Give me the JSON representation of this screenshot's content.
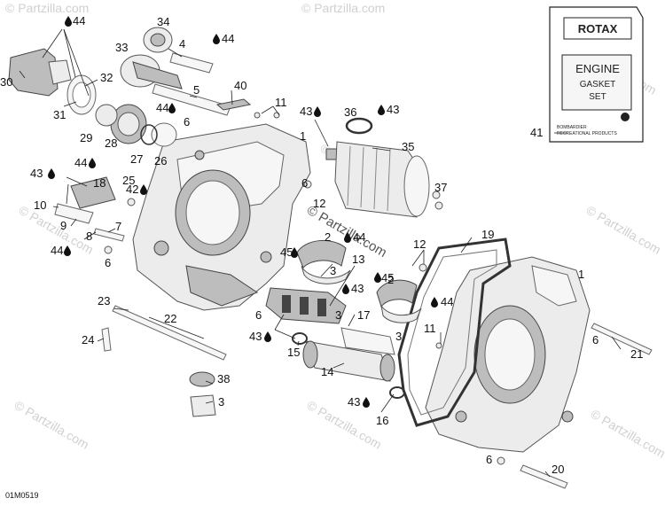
{
  "watermark": "© Partzilla.com",
  "center_watermark": "© Partzilla.com",
  "diagram_code": "01M0519",
  "kit": {
    "brand": "ROTAX",
    "line1": "ENGINE",
    "line2": "GASKET",
    "line3": "SET",
    "footer1": "BOMBARDIER",
    "footer2": "RECREATIONAL PRODUCTS",
    "callout": "41"
  },
  "callouts": {
    "c1a": "1",
    "c1b": "1",
    "c2a": "2",
    "c2b": "2",
    "c3a": "3",
    "c3b": "3",
    "c3c": "3",
    "c3d": "3",
    "c4": "4",
    "c5": "5",
    "c6a": "6",
    "c6b": "6",
    "c6c": "6",
    "c6d": "6",
    "c6e": "6",
    "c6f": "6",
    "c7": "7",
    "c8": "8",
    "c9": "9",
    "c10": "10",
    "c11a": "11",
    "c11b": "11",
    "c12a": "12",
    "c12b": "12",
    "c13": "13",
    "c14": "14",
    "c15": "15",
    "c16": "16",
    "c17": "17",
    "c18": "18",
    "c19": "19",
    "c20": "20",
    "c21": "21",
    "c22": "22",
    "c23": "23",
    "c24": "24",
    "c25": "25",
    "c26": "26",
    "c27": "27",
    "c28": "28",
    "c29": "29",
    "c30": "30",
    "c31": "31",
    "c32": "32",
    "c33": "33",
    "c34": "34",
    "c35": "35",
    "c36": "36",
    "c37": "37",
    "c38": "38",
    "c40": "40",
    "c42": "42",
    "c43a": "43",
    "c43b": "43",
    "c43c": "43",
    "c43d": "43",
    "c43e": "43",
    "c44a": "44",
    "c44b": "44",
    "c44c": "44",
    "c44d": "44",
    "c44e": "44",
    "c44f": "44",
    "c45a": "45",
    "c45b": "45"
  }
}
